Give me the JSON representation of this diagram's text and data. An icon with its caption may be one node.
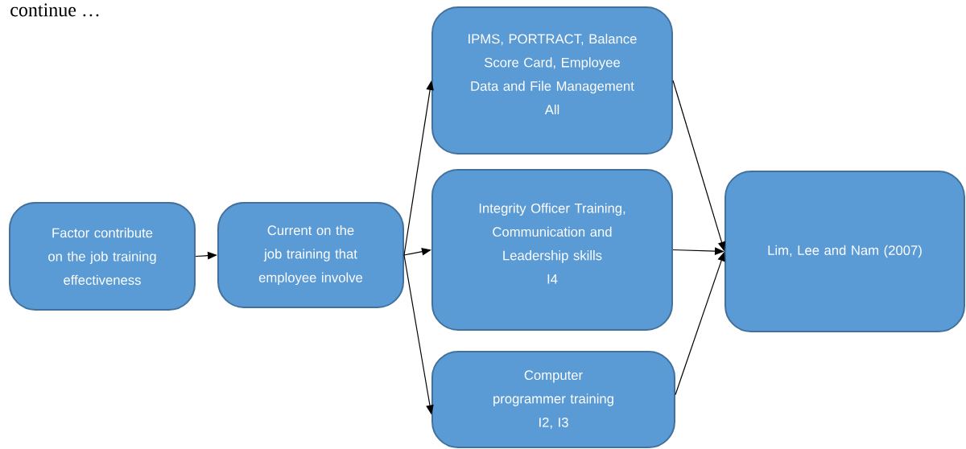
{
  "diagram": {
    "nodes": [
      {
        "text": [
          "Factor contribute on the job training effectiveness"
        ]
      },
      {
        "text": [
          "Current on the job training that employee involve"
        ]
      },
      {
        "text": [
          "IPMS, PORTRACT, Balance Score Card, Employee Data and File Management",
          "All"
        ]
      },
      {
        "text": [
          "Integrity Officer Training, Communication and Leadership skills",
          "I4"
        ]
      },
      {
        "text": [
          "Computer programmer training",
          "I2, I3"
        ]
      },
      {
        "text": [
          "Lim, Lee and Nam (2007)"
        ]
      }
    ],
    "edges": [
      {
        "from": 0,
        "to": 1,
        "arrow": "to"
      },
      {
        "from": 1,
        "to": 2,
        "arrow": "to"
      },
      {
        "from": 1,
        "to": 3,
        "arrow": "to"
      },
      {
        "from": 1,
        "to": 4,
        "arrow": "to"
      },
      {
        "from": 2,
        "to": 5,
        "arrow": "to"
      },
      {
        "from": 3,
        "to": 5,
        "arrow": "to"
      },
      {
        "from": 4,
        "to": 5,
        "arrow": "to"
      }
    ],
    "labels": [
      "continue …"
    ]
  }
}
